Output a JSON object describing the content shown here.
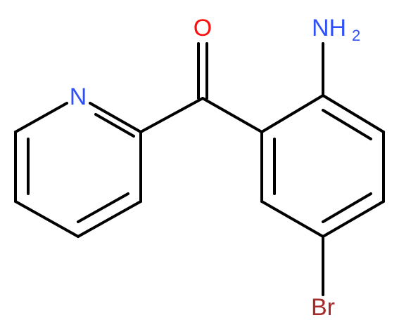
{
  "molecule": {
    "atoms": {
      "oxygen": {
        "symbol": "O",
        "color": "#ff0d0d"
      },
      "pyridine_nitrogen": {
        "symbol": "N",
        "color": "#3050f8"
      },
      "amine": {
        "symbol": "NH",
        "subscript": "2",
        "color": "#3050f8"
      },
      "bromine": {
        "symbol": "Br",
        "color": "#a62929"
      }
    },
    "bond_color": "#000000"
  }
}
